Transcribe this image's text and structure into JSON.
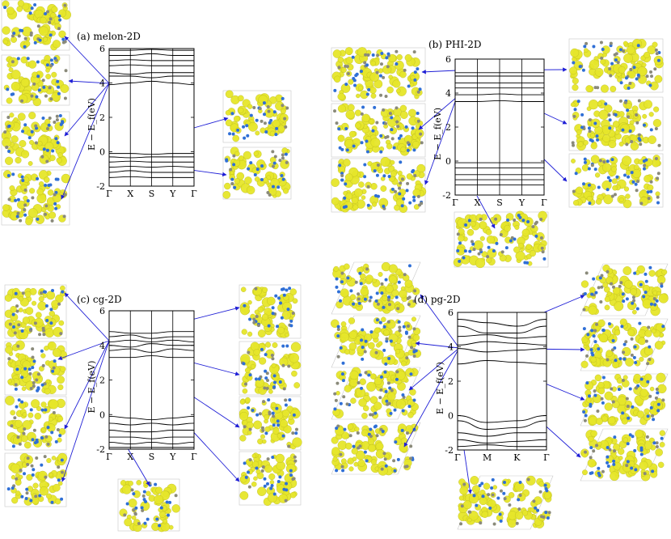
{
  "figure": {
    "panels": [
      {
        "id": "a",
        "label": "(a) melon-2D",
        "ylabel": "E − E_f(eV)",
        "kpath": [
          "Γ",
          "X",
          "S",
          "Y",
          "Γ"
        ]
      },
      {
        "id": "b",
        "label": "(b) PHI-2D",
        "ylabel": "E − E_f(eV)",
        "kpath": [
          "Γ",
          "X",
          "S",
          "Y",
          "Γ"
        ]
      },
      {
        "id": "c",
        "label": "(c) cg-2D",
        "ylabel": "E − E_f(eV)",
        "kpath": [
          "Γ",
          "X",
          "S",
          "Y",
          "Γ"
        ]
      },
      {
        "id": "d",
        "label": "(d) pg-2D",
        "ylabel": "E − E_f(eV)",
        "kpath": [
          "Γ",
          "M",
          "K",
          "Γ"
        ]
      }
    ],
    "colors": {
      "arrow": "#1f1fd6",
      "isosurface": "#e6e62a",
      "nitrogen": "#2f6fd6",
      "carbon": "#8a8a7a"
    }
  },
  "chart_data": [
    {
      "type": "line",
      "title": "(a) melon-2D",
      "ylabel": "E − E_f(eV)",
      "ylim": [
        -2,
        6
      ],
      "yticks": [
        -2,
        0,
        2,
        4,
        6
      ],
      "xticks": [
        "Γ",
        "X",
        "S",
        "Y",
        "Γ"
      ],
      "series": [
        {
          "values": [
            5.9,
            5.9,
            5.95,
            5.9,
            5.9
          ]
        },
        {
          "values": [
            5.6,
            5.6,
            5.7,
            5.6,
            5.6
          ]
        },
        {
          "values": [
            5.3,
            5.35,
            5.3,
            5.3,
            5.3
          ]
        },
        {
          "values": [
            5.0,
            5.05,
            5.0,
            5.0,
            5.0
          ]
        },
        {
          "values": [
            4.6,
            4.5,
            4.6,
            4.6,
            4.6
          ]
        },
        {
          "values": [
            4.4,
            4.4,
            4.3,
            4.4,
            4.4
          ]
        },
        {
          "values": [
            3.9,
            4.0,
            4.1,
            4.0,
            3.9
          ]
        },
        {
          "values": [
            -0.1,
            -0.1,
            -0.15,
            -0.1,
            -0.1
          ]
        },
        {
          "values": [
            -0.3,
            -0.35,
            -0.3,
            -0.3,
            -0.3
          ]
        },
        {
          "values": [
            -0.6,
            -0.55,
            -0.6,
            -0.6,
            -0.6
          ]
        },
        {
          "values": [
            -0.9,
            -0.85,
            -0.9,
            -0.85,
            -0.9
          ]
        },
        {
          "values": [
            -1.2,
            -1.1,
            -1.2,
            -1.2,
            -1.2
          ]
        },
        {
          "values": [
            -1.5,
            -1.45,
            -1.5,
            -1.5,
            -1.5
          ]
        }
      ]
    },
    {
      "type": "line",
      "title": "(b) PHI-2D",
      "ylabel": "E − E_f(eV)",
      "ylim": [
        -2,
        6
      ],
      "yticks": [
        -2,
        0,
        2,
        4,
        6
      ],
      "xticks": [
        "Γ",
        "X",
        "S",
        "Y",
        "Γ"
      ],
      "series": [
        {
          "values": [
            5.2,
            5.2,
            5.2,
            5.2,
            5.2
          ]
        },
        {
          "values": [
            5.0,
            5.0,
            5.0,
            5.0,
            5.0
          ]
        },
        {
          "values": [
            4.6,
            4.6,
            4.6,
            4.6,
            4.6
          ]
        },
        {
          "values": [
            4.3,
            4.3,
            4.3,
            4.3,
            4.3
          ]
        },
        {
          "values": [
            3.9,
            3.9,
            3.95,
            3.9,
            3.9
          ]
        },
        {
          "values": [
            3.5,
            3.5,
            3.55,
            3.5,
            3.5
          ]
        },
        {
          "values": [
            -0.1,
            -0.1,
            -0.1,
            -0.1,
            -0.1
          ]
        },
        {
          "values": [
            -0.4,
            -0.4,
            -0.4,
            -0.4,
            -0.4
          ]
        },
        {
          "values": [
            -0.8,
            -0.8,
            -0.8,
            -0.8,
            -0.8
          ]
        },
        {
          "values": [
            -1.1,
            -1.1,
            -1.1,
            -1.1,
            -1.1
          ]
        },
        {
          "values": [
            -1.4,
            -1.4,
            -1.4,
            -1.4,
            -1.4
          ]
        }
      ]
    },
    {
      "type": "line",
      "title": "(c) cg-2D",
      "ylabel": "E − E_f(eV)",
      "ylim": [
        -2,
        6
      ],
      "yticks": [
        -2,
        0,
        2,
        4,
        6
      ],
      "xticks": [
        "Γ",
        "X",
        "S",
        "Y",
        "Γ"
      ],
      "series": [
        {
          "values": [
            4.8,
            4.7,
            4.7,
            4.8,
            4.8
          ]
        },
        {
          "values": [
            4.5,
            4.6,
            4.4,
            4.5,
            4.5
          ]
        },
        {
          "values": [
            4.2,
            4.3,
            4.2,
            4.3,
            4.2
          ]
        },
        {
          "values": [
            4.0,
            3.9,
            4.1,
            4.0,
            4.0
          ]
        },
        {
          "values": [
            3.7,
            3.8,
            3.6,
            3.8,
            3.7
          ]
        },
        {
          "values": [
            3.3,
            3.3,
            3.4,
            3.3,
            3.3
          ]
        },
        {
          "values": [
            -0.1,
            -0.2,
            -0.3,
            -0.2,
            -0.1
          ]
        },
        {
          "values": [
            -0.5,
            -0.6,
            -0.5,
            -0.6,
            -0.5
          ]
        },
        {
          "values": [
            -0.9,
            -1.0,
            -1.0,
            -0.9,
            -0.9
          ]
        },
        {
          "values": [
            -1.3,
            -1.3,
            -1.4,
            -1.3,
            -1.3
          ]
        },
        {
          "values": [
            -1.6,
            -1.7,
            -1.6,
            -1.7,
            -1.6
          ]
        },
        {
          "values": [
            -1.9,
            -1.9,
            -1.9,
            -1.9,
            -1.9
          ]
        }
      ]
    },
    {
      "type": "line",
      "title": "(d) pg-2D",
      "ylabel": "E − E_f(eV)",
      "ylim": [
        -2,
        6
      ],
      "yticks": [
        -2,
        0,
        2,
        4,
        6
      ],
      "xticks": [
        "Γ",
        "M",
        "K",
        "Γ"
      ],
      "series": [
        {
          "values": [
            5.6,
            5.4,
            5.2,
            5.6
          ]
        },
        {
          "values": [
            5.2,
            4.8,
            4.8,
            5.2
          ]
        },
        {
          "values": [
            4.6,
            4.7,
            4.5,
            4.6
          ]
        },
        {
          "values": [
            4.1,
            4.3,
            4.2,
            4.1
          ]
        },
        {
          "values": [
            3.9,
            3.7,
            3.8,
            3.9
          ]
        },
        {
          "values": [
            3.0,
            3.2,
            3.1,
            3.0
          ]
        },
        {
          "values": [
            0.0,
            -0.4,
            -0.3,
            0.0
          ]
        },
        {
          "values": [
            -0.3,
            -0.8,
            -0.7,
            -0.3
          ]
        },
        {
          "values": [
            -1.0,
            -1.2,
            -1.0,
            -1.0
          ]
        },
        {
          "values": [
            -1.4,
            -1.6,
            -1.5,
            -1.4
          ]
        },
        {
          "values": [
            -1.8,
            -1.7,
            -1.8,
            -1.8
          ]
        }
      ]
    }
  ]
}
